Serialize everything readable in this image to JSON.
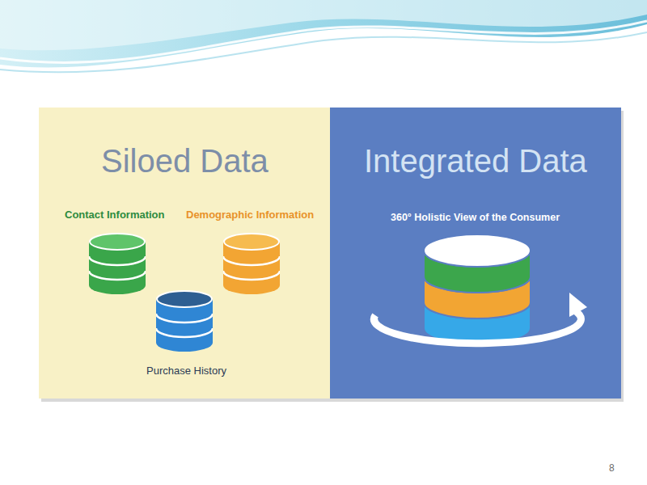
{
  "diagram": {
    "nodes": [
      {
        "text": [
          "Siloed Data"
        ]
      },
      {
        "text": [
          "Contact Information"
        ],
        "in": 0
      },
      {
        "text": [
          "Demographic Information"
        ],
        "in": 0
      },
      {
        "text": [
          "Purchase History"
        ],
        "in": 0
      },
      {
        "text": [
          "Integrated Data"
        ]
      },
      {
        "text": [
          "360° Holistic View of the Consumer"
        ],
        "in": 4
      }
    ],
    "labels": [
      "8"
    ]
  }
}
